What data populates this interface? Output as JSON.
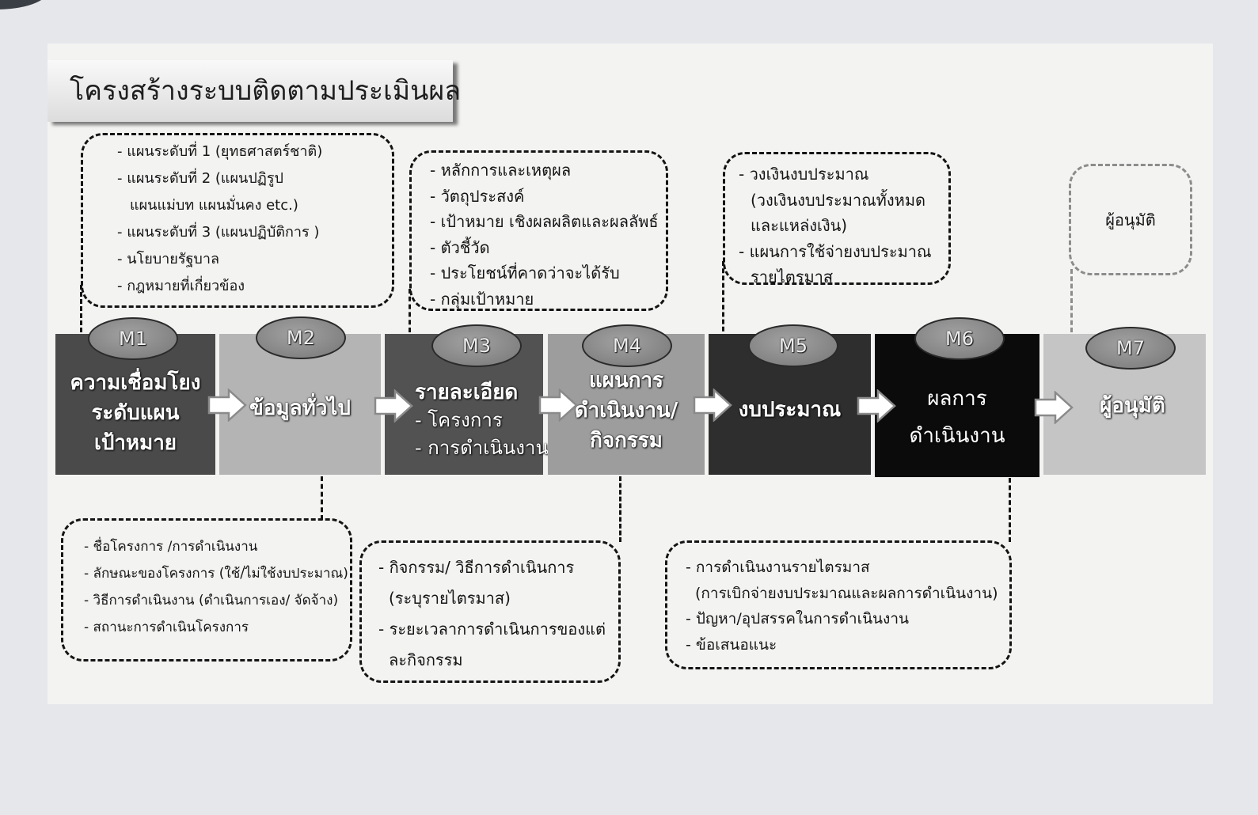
{
  "title": "โครงสร้างระบบติดตามประเมินผล",
  "modules": [
    {
      "code": "M1",
      "lines": [
        "ความเชื่อมโยง",
        "ระดับแผน",
        "เป้าหมาย"
      ],
      "fill": "#4a4a4a"
    },
    {
      "code": "M2",
      "lines": [
        "ข้อมูลทั่วไป"
      ],
      "fill": "#b4b4b4"
    },
    {
      "code": "M3",
      "lines": [
        "รายละเอียด",
        "- โครงการ",
        "- การดำเนินงาน"
      ],
      "fill": "#525252"
    },
    {
      "code": "M4",
      "lines": [
        "แผนการ",
        "ดำเนินงาน/",
        "กิจกรรม"
      ],
      "fill": "#9d9d9d"
    },
    {
      "code": "M5",
      "lines": [
        "งบประมาณ"
      ],
      "fill": "#2e2e2e"
    },
    {
      "code": "M6",
      "lines": [
        "ผลการ",
        "ดำเนินงาน"
      ],
      "fill": "#0b0b0b"
    },
    {
      "code": "M7",
      "lines": [
        "ผู้อนุมัติ"
      ],
      "fill": "#c5c5c5"
    }
  ],
  "callouts": {
    "m1_top": [
      "- แผนระดับที่ 1 (ยุทธศาสตร์ชาติ)",
      "- แผนระดับที่ 2 (แผนปฏิรูป",
      "แผนแม่บท แผนมั่นคง etc.)",
      "- แผนระดับที่ 3 (แผนปฏิบัติการ )",
      "- นโยบายรัฐบาล",
      "- กฎหมายที่เกี่ยวข้อง"
    ],
    "m2_bottom": [
      "- ชื่อโครงการ /การดำเนินงาน",
      "- ลักษณะของโครงการ (ใช้/ไม่ใช้งบประมาณ)",
      "- วิธีการดำเนินงาน (ดำเนินการเอง/ จัดจ้าง)",
      "- สถานะการดำเนินโครงการ"
    ],
    "m3_top": [
      "- หลักการและเหตุผล",
      "- วัตถุประสงค์",
      "- เป้าหมาย เชิงผลผลิตและผลลัพธ์",
      "- ตัวชี้วัด",
      "- ประโยชน์ที่คาดว่าจะได้รับ",
      "- กลุ่มเป้าหมาย"
    ],
    "m4_bottom": [
      "- กิจกรรม/ วิธีการดำเนินการ",
      "(ระบุรายไตรมาส)",
      "- ระยะเวลาการดำเนินการของแต่",
      "ละกิจกรรม"
    ],
    "m5_top": [
      "- วงเงินงบประมาณ",
      "(วงเงินงบประมาณทั้งหมด",
      "และแหล่งเงิน)",
      "- แผนการใช้จ่ายงบประมาณ",
      "รายไตรมาส"
    ],
    "m6_bottom": [
      "- การดำเนินงานรายไตรมาส",
      "(การเบิกจ่ายงบประมาณและผลการดำเนินงาน)",
      "- ปัญหา/อุปสรรคในการดำเนินงาน",
      "- ข้อเสนอแนะ"
    ],
    "m7_top": [
      "ผู้อนุมัติ"
    ]
  }
}
